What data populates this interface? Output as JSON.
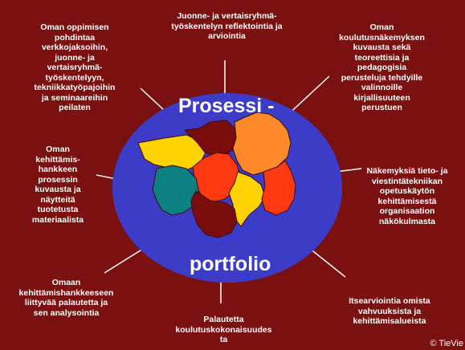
{
  "colors": {
    "background": "#7a1010",
    "ellipse": "#3c3cc8",
    "yellow": "#ffd200",
    "orange": "#ff8a2a",
    "red": "#ff3a10",
    "maroon": "#7a0c0c",
    "teal": "#0a8080"
  },
  "center": {
    "title_top": "Prosessi -",
    "title_bottom": "portfolio"
  },
  "labels": {
    "top": "Juonne- ja vertaisryhmä-\ntyöskentelyn reflektointia ja\narviointia",
    "top_left": "Oman oppimisen\npohdintaa\nverkkojaksoihin,\njuonne- ja\nvertaisryhmä-\ntyöskentelyyn,\ntekniikkatyöpajoihin\nja seminaareihin\npeilaten",
    "top_right": "Oman\nkoulutusnäkemyksen\nkuvausta sekä\nteoreettisia ja\npedagogisia\nperusteluja tehdyille\nvalinnoille\nkirjallisuuteen\nperustuen",
    "left": "Oman\nkehittämis-\nhankkeen\nprosessin\nkuvausta ja\nnäytteitä\ntuotetusta\nmateriaalista",
    "right": "Näkemyksiä tieto- ja\nviestintätekniikan\nopetuskäytön\nkehittämisestä\norganisaation\nnäkökulmasta",
    "bottom_left": "Omaan\nkehittämishankkeeseen\nliittyvää palautetta ja\nsen analysointia",
    "bottom": "Palautetta\nkoulutuskokonaisuudes\nta",
    "bottom_right": "Itsearviointia omista\nvahvuuksista ja\nkehittämisalueista"
  },
  "copyright": "© TieVie"
}
